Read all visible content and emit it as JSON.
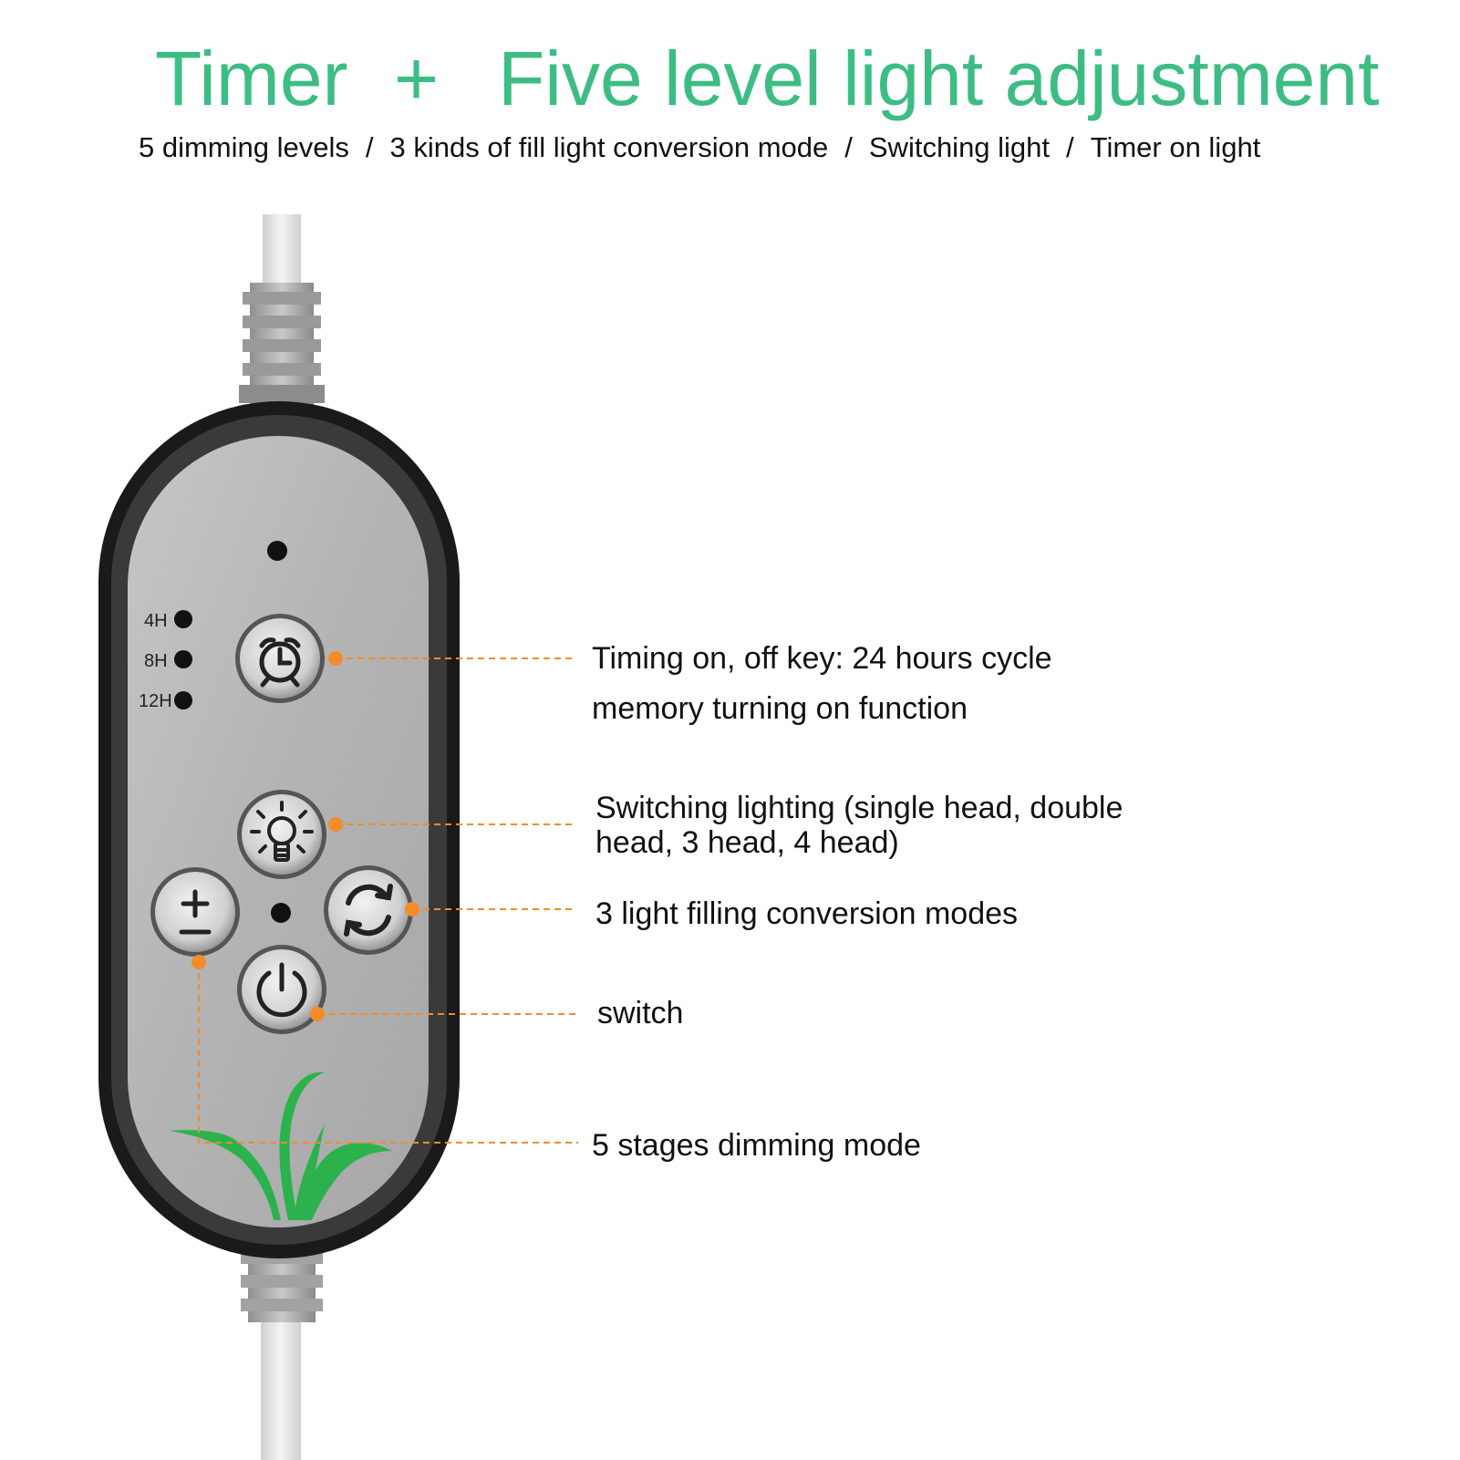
{
  "headline": {
    "part1": "Timer",
    "plus": "+",
    "part2": "Five level light adjustment"
  },
  "features": [
    "5 dimming levels",
    "3 kinds of fill light conversion mode",
    "Switching light",
    "Timer on light"
  ],
  "separator": "/",
  "timer_levels": [
    "4H",
    "8H",
    "12H"
  ],
  "callouts": {
    "timer_line1": "Timing on, off key: 24 hours cycle",
    "timer_line2": "memory turning on function",
    "switching_line1": "Switching lighting (single head, double",
    "switching_line2": "head, 3 head, 4 head)",
    "modes": "3 light filling conversion modes",
    "switch": "switch",
    "dimming": "5 stages dimming mode"
  },
  "colors": {
    "headline": "#3dbd83",
    "callout_dot": "#f28c28",
    "leaf": "#2bb24c",
    "body_frame": "#1a1a1a",
    "face": "#b8b8b8"
  },
  "icons": [
    "alarm-clock-icon",
    "light-bulb-icon",
    "plus-minus-icon",
    "cycle-arrows-icon",
    "power-icon",
    "grass-logo-icon"
  ]
}
